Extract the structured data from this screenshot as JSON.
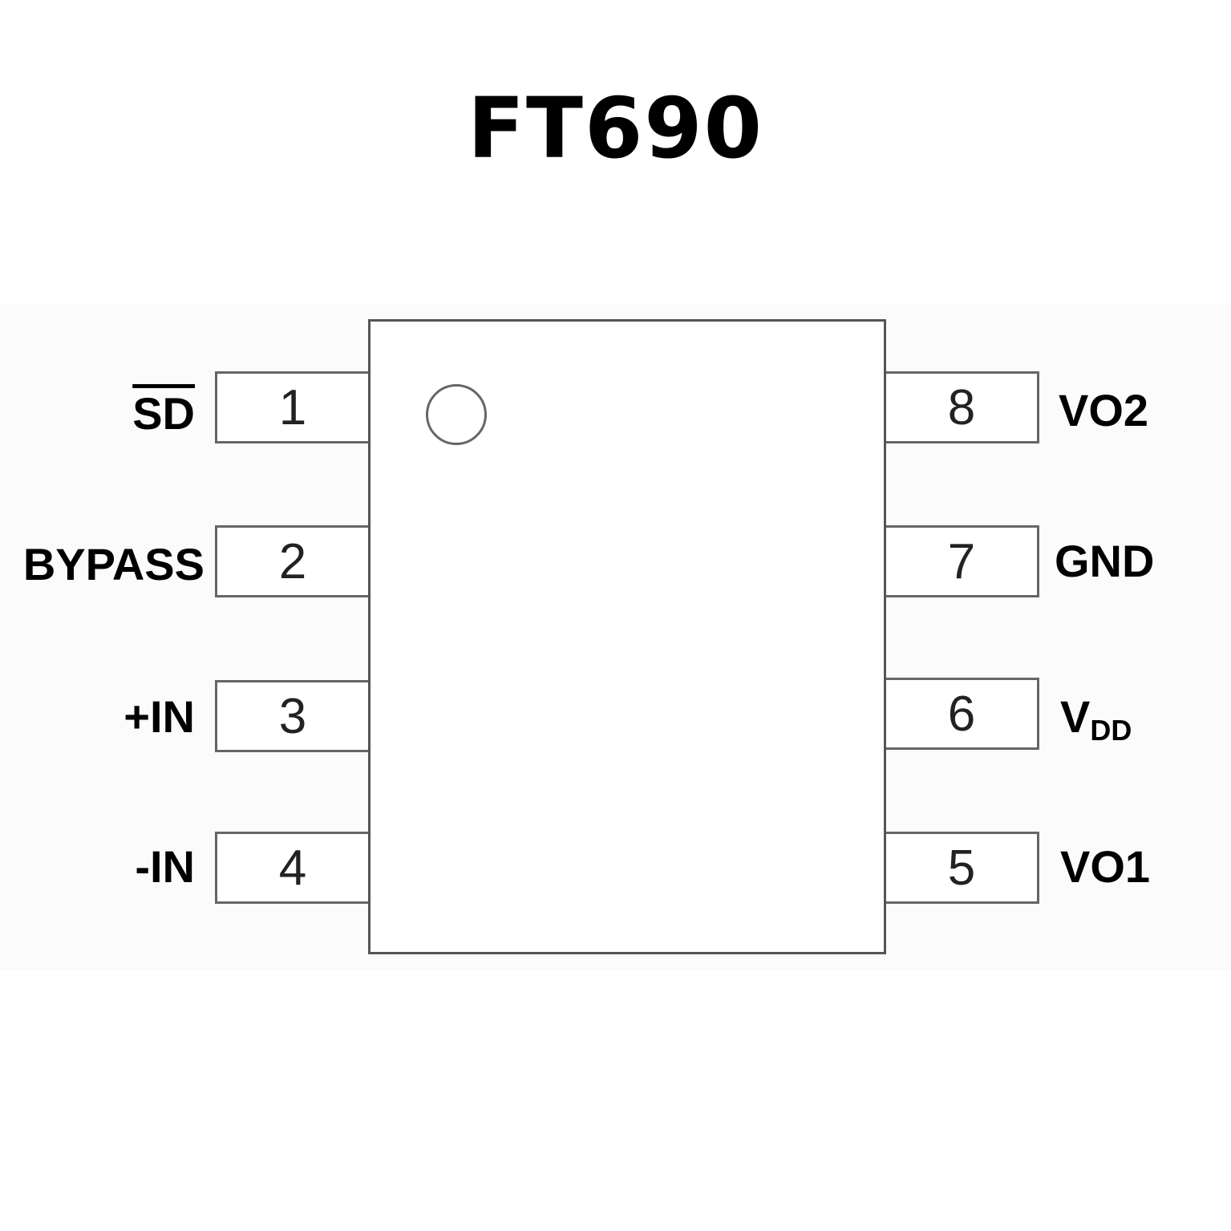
{
  "title": "FT690",
  "chip": {
    "orientation_mark": "pin-1-dot-icon",
    "left_pins": [
      {
        "number": "1",
        "label": "SD",
        "overbar": true
      },
      {
        "number": "2",
        "label": "BYPASS"
      },
      {
        "number": "3",
        "label": "+IN"
      },
      {
        "number": "4",
        "label": "-IN"
      }
    ],
    "right_pins": [
      {
        "number": "8",
        "label": "VO2"
      },
      {
        "number": "7",
        "label": "GND"
      },
      {
        "number": "6",
        "label_main": "V",
        "label_sub": "DD"
      },
      {
        "number": "5",
        "label": "VO1"
      }
    ]
  },
  "colors": {
    "outline": "#555555",
    "text": "#000000",
    "background": "#ffffff"
  }
}
